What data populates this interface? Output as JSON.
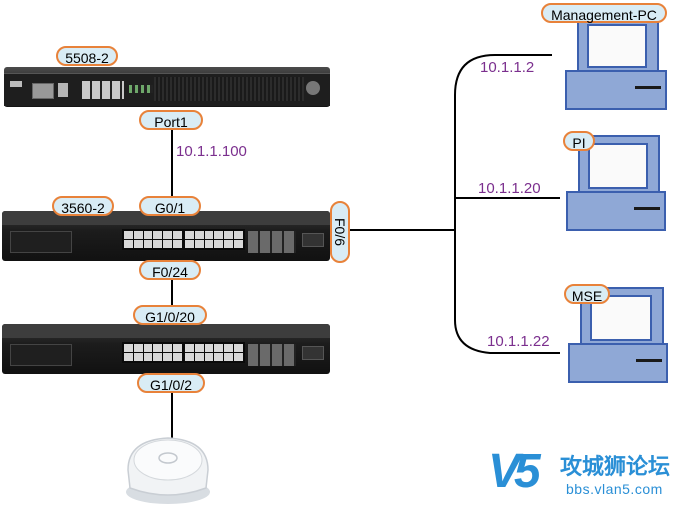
{
  "labels": {
    "wlc_name": "5508-2",
    "wlc_port": "Port1",
    "wlc_ip": "10.1.1.100",
    "sw1_name": "3560-2",
    "sw1_uplink": "G0/1",
    "sw1_right_port": "F0/6",
    "sw1_down_port": "F0/24",
    "sw2_up_port": "G1/0/20",
    "sw2_down_port": "G1/0/2"
  },
  "hosts": [
    {
      "name": "Management-PC",
      "ip": "10.1.1.2"
    },
    {
      "name": "PI",
      "ip": "10.1.1.20"
    },
    {
      "name": "MSE",
      "ip": "10.1.1.22"
    }
  ],
  "watermark": {
    "mark": "V5",
    "title": "攻城狮论坛",
    "url": "bbs.vlan5.com"
  },
  "colors": {
    "pill_border": "#e8823a",
    "pill_fill": "#d9ecf5",
    "ip_text": "#7b2f8e",
    "pc_body": "#8fa8d6",
    "pc_outline": "#3b5fae",
    "logo_blue": "#2a8fd6"
  }
}
